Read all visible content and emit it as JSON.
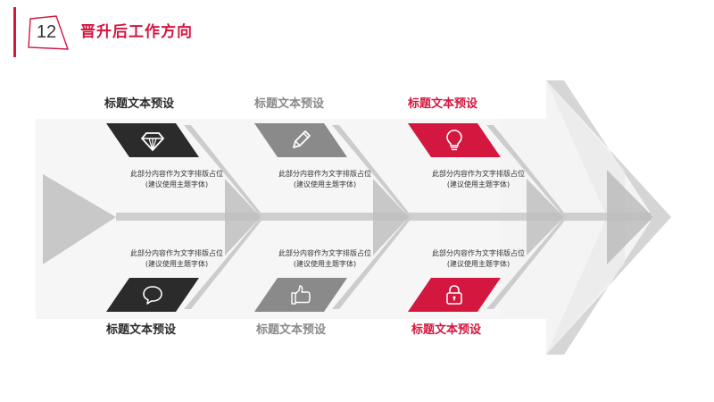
{
  "header": {
    "slide_number": "12",
    "title": "晋升后工作方向"
  },
  "colors": {
    "accent": "#d3173f",
    "dark": "#2b2b2b",
    "gray": "#8a8a8a",
    "arrow_light": "#f1f1f1",
    "arrow_mid": "#c9c9c9"
  },
  "cards_top": [
    {
      "title": "标题文本预设",
      "icon": "diamond-icon",
      "text_line1": "此部分内容作为文字排版占位",
      "text_line2": "(建议使用主题字体)"
    },
    {
      "title": "标题文本预设",
      "icon": "pencil-icon",
      "text_line1": "此部分内容作为文字排版占位",
      "text_line2": "(建议使用主题字体)"
    },
    {
      "title": "标题文本预设",
      "icon": "lightbulb-icon",
      "text_line1": "此部分内容作为文字排版占位",
      "text_line2": "(建议使用主题字体)"
    }
  ],
  "cards_bottom": [
    {
      "title": "标题文本预设",
      "icon": "speech-bubble-icon",
      "text_line1": "此部分内容作为文字排版占位",
      "text_line2": "(建议使用主题字体)"
    },
    {
      "title": "标题文本预设",
      "icon": "thumbs-up-icon",
      "text_line1": "此部分内容作为文字排版占位",
      "text_line2": "(建议使用主题字体)"
    },
    {
      "title": "标题文本预设",
      "icon": "padlock-icon",
      "text_line1": "此部分内容作为文字排版占位",
      "text_line2": "(建议使用主题字体)"
    }
  ]
}
